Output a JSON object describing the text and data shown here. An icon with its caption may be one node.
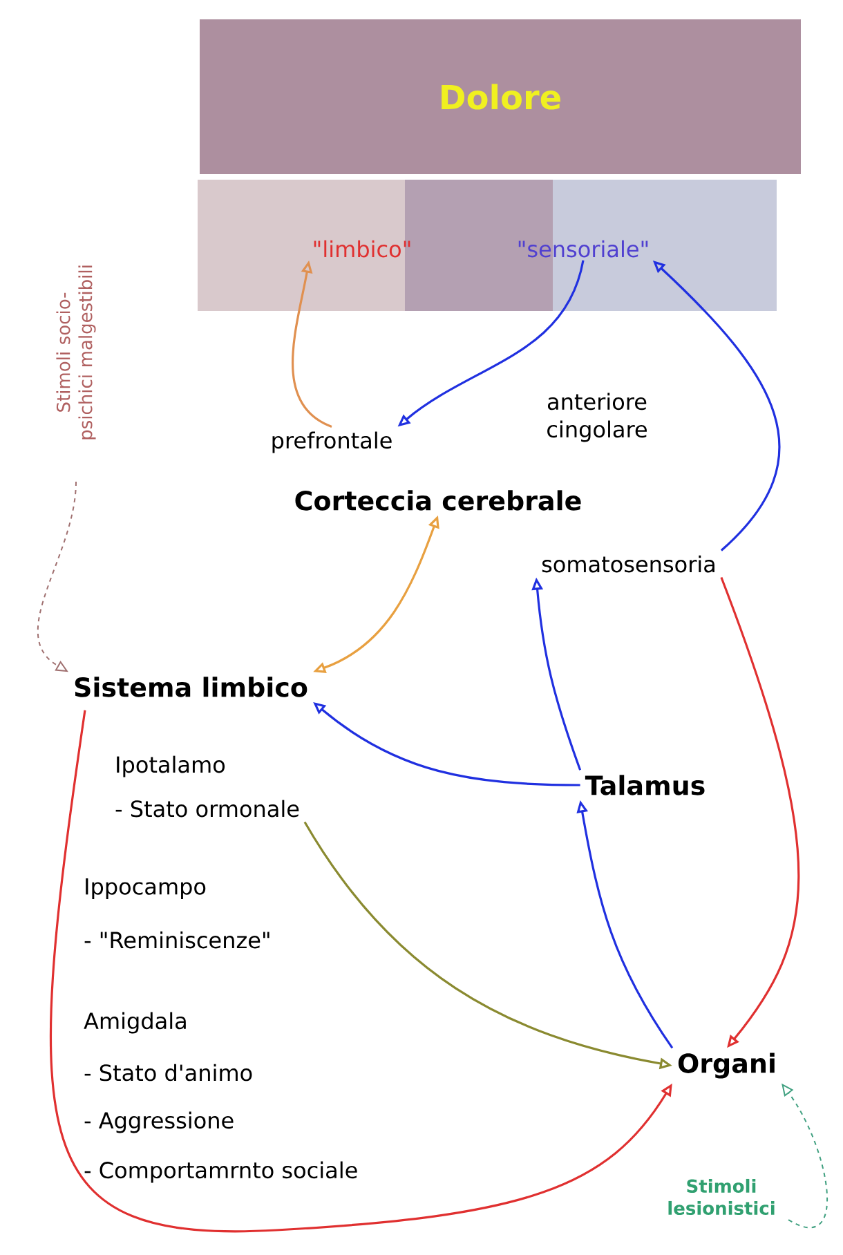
{
  "diagram": {
    "nodes": [
      {
        "text": [
          "Dolore"
        ]
      },
      {
        "text": [
          "\"limbico\""
        ]
      },
      {
        "text": [
          "\"sensoriale\""
        ]
      },
      {
        "text": [
          "prefrontale"
        ]
      },
      {
        "text": [
          "anteriore cingolare"
        ]
      },
      {
        "text": [
          "Corteccia cerebrale"
        ]
      },
      {
        "text": [
          "somatosensoria"
        ]
      },
      {
        "text": [
          "Sistema limbico"
        ]
      },
      {
        "text": [
          "Ipotalamo",
          "- Stato ormonale"
        ]
      },
      {
        "text": [
          "Talamus"
        ]
      },
      {
        "text": [
          "Organi"
        ]
      },
      {
        "text": [
          "Stimoli socio-psichici malgestibili"
        ]
      },
      {
        "text": [
          "Stimoli lesionistici"
        ]
      }
    ],
    "edges": [
      {
        "from": 3,
        "to": 1,
        "arrow": "to",
        "color": "#e09050"
      },
      {
        "from": 2,
        "to": 3,
        "arrow": "to",
        "color": "#2030e0"
      },
      {
        "from": 6,
        "to": 2,
        "arrow": "to",
        "color": "#2030e0"
      },
      {
        "from": 5,
        "to": 7,
        "arrow": "both",
        "color": "#e8a040"
      },
      {
        "from": 9,
        "to": 7,
        "arrow": "to",
        "color": "#2030e0"
      },
      {
        "from": 9,
        "to": 6,
        "arrow": "to",
        "color": "#2030e0"
      },
      {
        "from": 10,
        "to": 9,
        "arrow": "to",
        "color": "#2030e0"
      },
      {
        "from": 6,
        "to": 10,
        "arrow": "to",
        "color": "#e03030"
      },
      {
        "from": 7,
        "to": 10,
        "arrow": "to",
        "color": "#e03030"
      },
      {
        "from": 8,
        "to": 10,
        "arrow": "to",
        "color": "#8a8a30"
      },
      {
        "from": 11,
        "to": 7,
        "arrow": "to",
        "style": "dashed",
        "color": "#a07070"
      },
      {
        "from": 12,
        "to": 10,
        "arrow": "to",
        "style": "dashed",
        "color": "#40a080"
      }
    ],
    "labels": [
      "Ippocampo",
      "- \"Reminiscenze\"",
      "Amigdala",
      "- Stato d'animo",
      "- Aggressione",
      "- Comportamrnto sociale"
    ]
  }
}
